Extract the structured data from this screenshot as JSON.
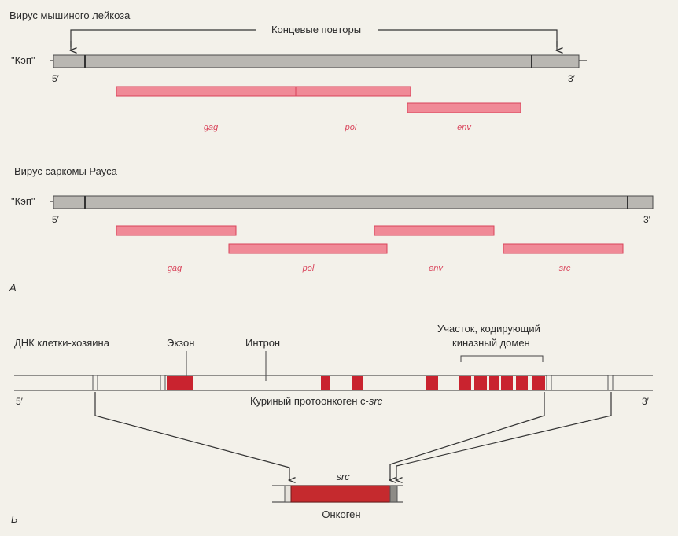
{
  "panel_a": {
    "mlv": {
      "title": "Вирус мышиного лейкоза",
      "ltr_label": "Концевые повторы",
      "cap": "\"Кэп\"",
      "five_prime": "5′",
      "three_prime": "3′",
      "genes": {
        "gag": "gag",
        "pol": "pol",
        "env": "env"
      }
    },
    "rsv": {
      "title": "Вирус саркомы Рауса",
      "cap": "\"Кэп\"",
      "five_prime": "5′",
      "three_prime": "3′",
      "genes": {
        "gag": "gag",
        "pol": "pol",
        "env": "env",
        "src": "src"
      }
    },
    "letter": "А"
  },
  "panel_b": {
    "host_dna": "ДНК клетки-хозяина",
    "exon": "Экзон",
    "intron": "Интрон",
    "kinase_line1": "Участок, кодирующий",
    "kinase_line2": "киназный домен",
    "protooncogene_prefix": "Куриный протоонкоген с-",
    "protooncogene_gene": "src",
    "five_prime": "5′",
    "three_prime": "3′",
    "oncogene_gene": "src",
    "oncogene": "Онкоген",
    "letter": "Б"
  },
  "colors": {
    "genome_fill": "#b9b7b2",
    "gene_fill": "#f08a97",
    "gene_stroke": "#d9435a",
    "exon_fill": "#c9232f",
    "oncogene_fill": "#c52a2e"
  }
}
